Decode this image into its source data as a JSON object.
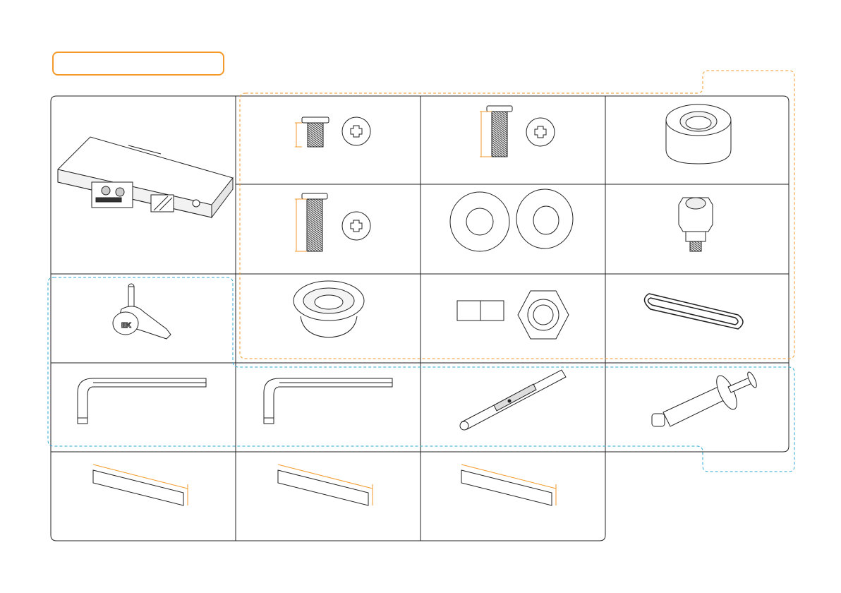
{
  "header": {
    "label_text": ""
  },
  "colors": {
    "orange_accent": "#f39a2b",
    "blue_accent": "#2aa7d6",
    "line": "#222222"
  },
  "parts": [
    {
      "id": "water-block",
      "icon": "gpu-water-block"
    },
    {
      "id": "screw-short",
      "icon": "screw-short"
    },
    {
      "id": "screw-medium",
      "icon": "screw-medium"
    },
    {
      "id": "thumb-nut",
      "icon": "thumb-nut"
    },
    {
      "id": "screw-long",
      "icon": "screw-long"
    },
    {
      "id": "washers",
      "icon": "washer"
    },
    {
      "id": "standoff",
      "icon": "standoff"
    },
    {
      "id": "terminal-tool",
      "icon": "terminal-tool"
    },
    {
      "id": "plug",
      "icon": "plug"
    },
    {
      "id": "hex-nut",
      "icon": "hex-nut"
    },
    {
      "id": "loop-strap",
      "icon": "loop-strap"
    },
    {
      "id": "hex-key-1",
      "icon": "allen-key"
    },
    {
      "id": "hex-key-2",
      "icon": "allen-key"
    },
    {
      "id": "screwdriver",
      "icon": "screwdriver"
    },
    {
      "id": "thermal-paste",
      "icon": "syringe"
    },
    {
      "id": "thermal-pad-1",
      "icon": "thermal-pad"
    },
    {
      "id": "thermal-pad-2",
      "icon": "thermal-pad"
    },
    {
      "id": "thermal-pad-3",
      "icon": "thermal-pad"
    }
  ]
}
